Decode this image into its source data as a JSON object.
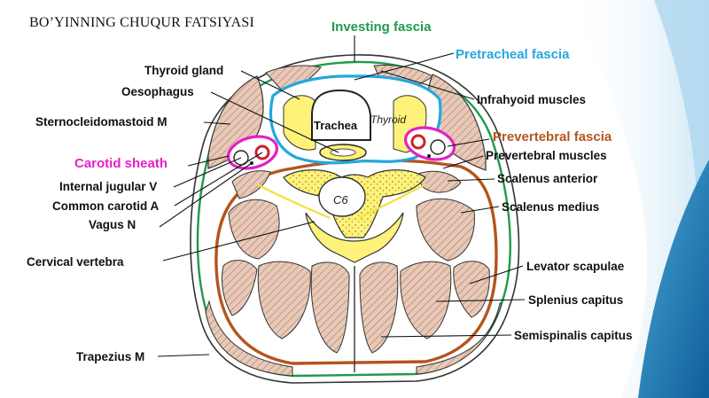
{
  "title": "BO’YINNING CHUQUR FATSIYASI",
  "labels": {
    "investing_fascia": "Investing fascia",
    "pretracheal_fascia": "Pretracheal fascia",
    "thyroid_gland": "Thyroid  gland",
    "oesophagus": "Oesophagus",
    "infrahyoid_muscles": "Infrahyoid muscles",
    "sternocleidomastoid": "Sternocleidomastoid M",
    "prevertebral_fascia": "Prevertebral fascia",
    "carotid_sheath": "Carotid sheath",
    "prevertebral_muscles": "Prevertebral muscles",
    "internal_jugular": "Internal jugular V",
    "scalenus_anterior": "Scalenus anterior",
    "common_carotid": "Common carotid A",
    "scalenus_medius": "Scalenus medius",
    "vagus": "Vagus N",
    "cervical_vertebra": "Cervical vertebra",
    "levator_scapulae": "Levator scapulae",
    "splenius_capitus": "Splenius capitus",
    "semispinalis_capitus": "Semispinalis capitus",
    "trapezius": "Trapezius M",
    "trachea": "Trachea",
    "thyroid_handwritten": "Thyroid",
    "vertebra_handwritten": "C6"
  },
  "colors": {
    "investing": "#1f9a4a",
    "pretracheal": "#23a7de",
    "prevertebral": "#b5541d",
    "carotid_sheath": "#e320c8",
    "muscle_fill": "#e8c9b8",
    "muscle_hatch": "#a2705a",
    "bone_fill": "#fff27a",
    "slide_accent_dark": "#1a6fa8",
    "slide_accent_light": "#bfe0f3"
  }
}
